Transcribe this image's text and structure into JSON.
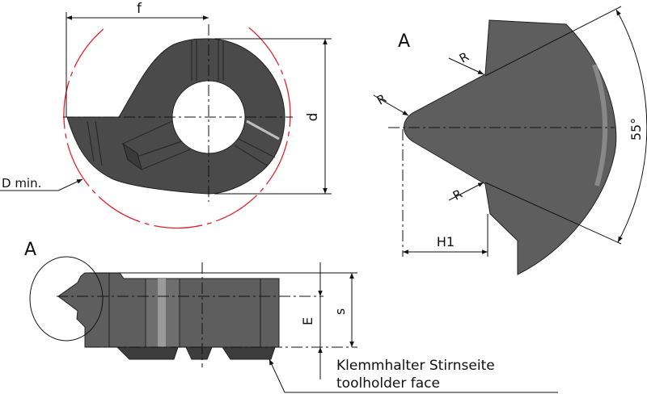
{
  "diagram": {
    "title": "Insert drawing",
    "top_view": {
      "dim_f": "f",
      "dim_d": "d",
      "dim_D": "D min."
    },
    "detail_view": {
      "view_label": "A",
      "radius_labels": [
        "R",
        "R",
        "R"
      ],
      "angle": "55°",
      "dim_H1": "H1"
    },
    "side_view": {
      "view_label": "A",
      "dim_E": "E",
      "dim_s": "s",
      "note_de": "Klemmhalter Stirnseite",
      "note_en": "toolholder face"
    },
    "colors": {
      "body": "#4a4a4a",
      "dmin_circle": "#e8202a"
    }
  }
}
